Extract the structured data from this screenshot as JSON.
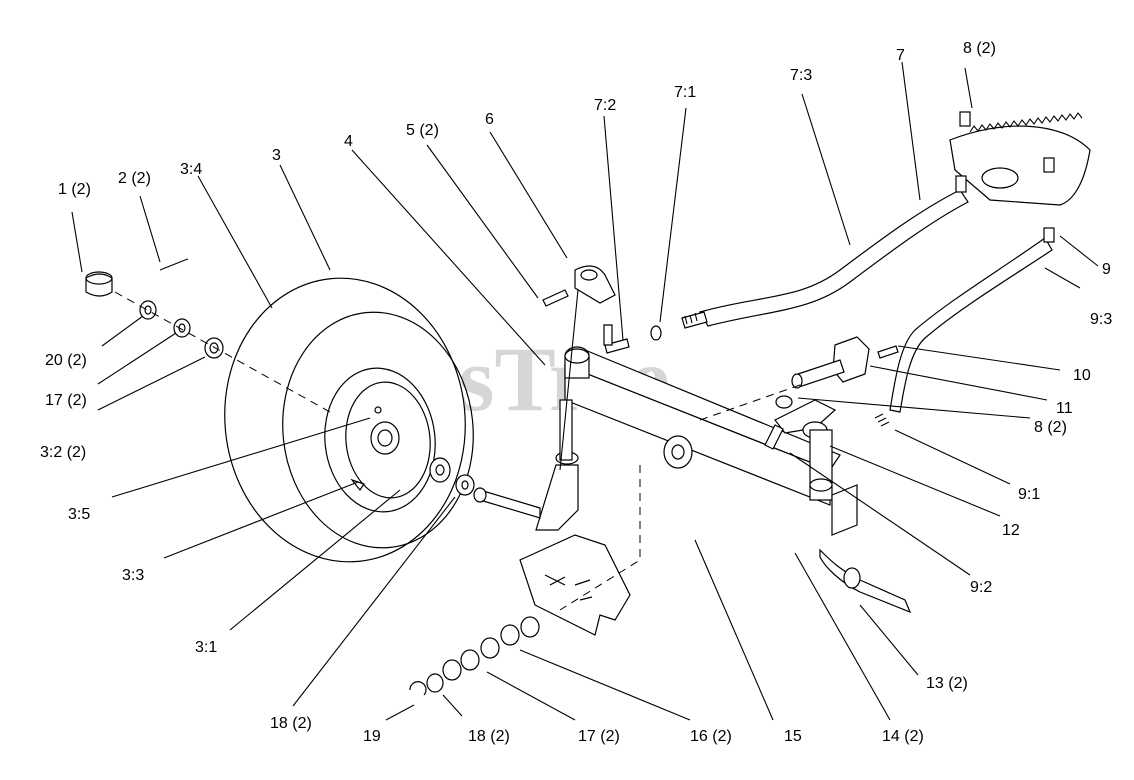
{
  "watermark": "PartsTree",
  "labels": {
    "l1": "1 (2)",
    "l2": "2 (2)",
    "l3_4": "3:4",
    "l3": "3",
    "l4": "4",
    "l5": "5 (2)",
    "l6": "6",
    "l7_2": "7:2",
    "l7_1": "7:1",
    "l7_3": "7:3",
    "l7": "7",
    "l8a": "8 (2)",
    "l9": "9",
    "l9_3": "9:3",
    "l10": "10",
    "l11": "11",
    "l8b": "8 (2)",
    "l9_1": "9:1",
    "l12": "12",
    "l9_2": "9:2",
    "l13": "13 (2)",
    "l14": "14 (2)",
    "l15": "15",
    "l16": "16 (2)",
    "l17a": "17 (2)",
    "l18a": "18 (2)",
    "l19": "19",
    "l18b": "18 (2)",
    "l3_1": "3:1",
    "l3_3": "3:3",
    "l3_5": "3:5",
    "l3_2": "3:2 (2)",
    "l17b": "17 (2)",
    "l20": "20 (2)"
  }
}
